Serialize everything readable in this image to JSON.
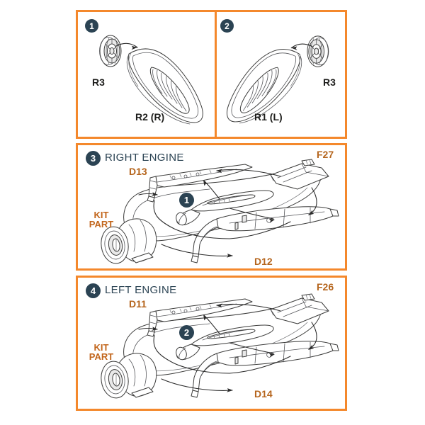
{
  "document": {
    "type": "model-kit-assembly-instruction-sheet",
    "page_background": "#ffffff",
    "accent_orange": "#f4882c",
    "label_orange": "#b5651d",
    "badge_navy": "#2b4353"
  },
  "panels": [
    {
      "id": "panel-1",
      "step_number": "1",
      "title": "",
      "labels": [
        {
          "name": "R3",
          "style": "dark",
          "note": "small turbine / fan disc part"
        },
        {
          "name": "R2 (R)",
          "style": "dark",
          "note": "right intake scoop"
        }
      ],
      "arrow": "R3 attaches into the front of R2 (R)"
    },
    {
      "id": "panel-2",
      "step_number": "2",
      "title": "",
      "labels": [
        {
          "name": "R3",
          "style": "dark",
          "note": "small turbine / fan disc part"
        },
        {
          "name": "R1 (L)",
          "style": "dark",
          "note": "left intake scoop, mirrored"
        }
      ],
      "arrow": "R3 attaches into the front of R1 (L)"
    },
    {
      "id": "panel-3",
      "step_number": "3",
      "title": "RIGHT ENGINE",
      "sub_badge": "1",
      "labels": [
        {
          "name": "D13",
          "style": "orange"
        },
        {
          "name": "F27",
          "style": "orange"
        },
        {
          "name": "D12",
          "style": "orange"
        },
        {
          "name": "KIT",
          "style": "kit"
        },
        {
          "name": "PART",
          "style": "kit"
        }
      ]
    },
    {
      "id": "panel-4",
      "step_number": "4",
      "title": "LEFT ENGINE",
      "sub_badge": "2",
      "labels": [
        {
          "name": "D11",
          "style": "orange"
        },
        {
          "name": "F26",
          "style": "orange"
        },
        {
          "name": "D14",
          "style": "orange"
        },
        {
          "name": "KIT",
          "style": "kit"
        },
        {
          "name": "PART",
          "style": "kit"
        }
      ]
    }
  ],
  "text": {
    "step1": "1",
    "step2": "2",
    "step3": "3",
    "step4": "4",
    "sub1": "1",
    "sub2": "2",
    "r3_a": "R3",
    "r3_b": "R3",
    "r2r": "R2 (R)",
    "r1l": "R1 (L)",
    "right_engine": "RIGHT ENGINE",
    "left_engine": "LEFT ENGINE",
    "d13": "D13",
    "f27": "F27",
    "d12": "D12",
    "d11": "D11",
    "f26": "F26",
    "d14": "D14",
    "kit_a": "KIT",
    "part_a": "PART",
    "kit_b": "KIT",
    "part_b": "PART"
  }
}
